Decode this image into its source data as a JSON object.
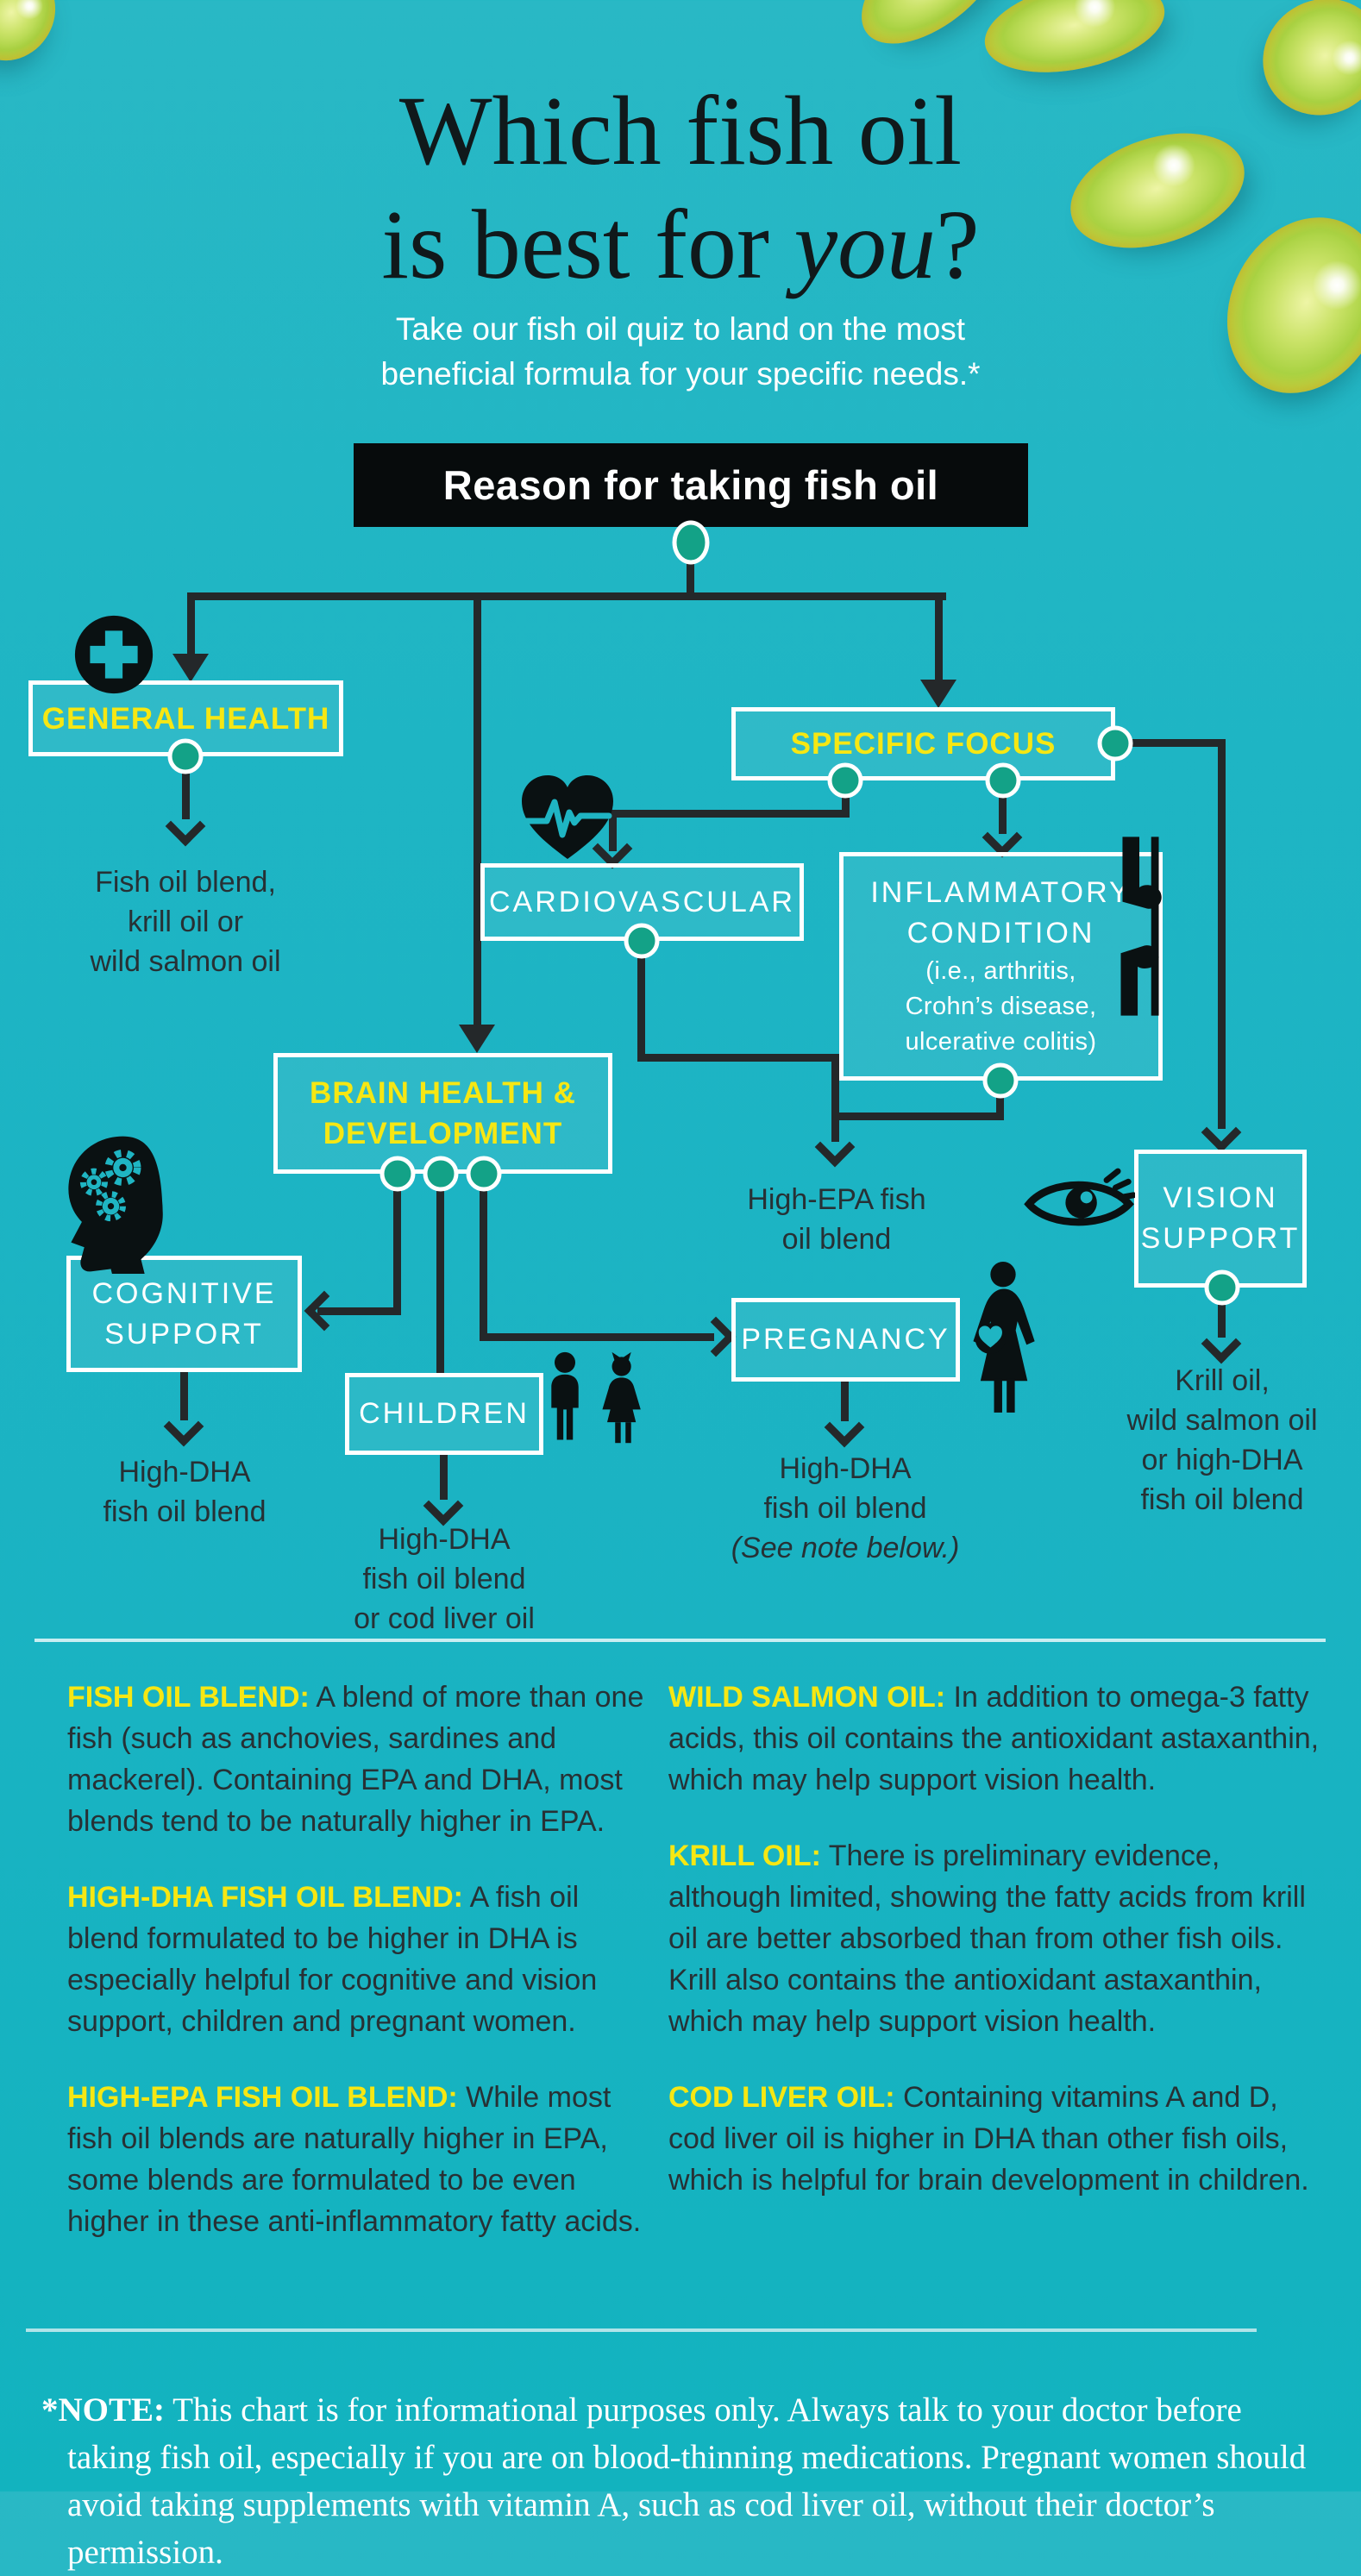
{
  "header": {
    "title_line1": "Which fish oil",
    "title_line2_pre": "is best for ",
    "title_line2_em": "you",
    "title_line2_post": "?",
    "subtitle_line1": "Take our fish oil quiz to land on the most",
    "subtitle_line2": "beneficial formula for your specific needs.*"
  },
  "flowchart": {
    "root_label": "Reason for taking fish oil",
    "general_health": {
      "label": "GENERAL HEALTH",
      "result": [
        "Fish oil blend,",
        "krill oil or",
        "wild salmon oil"
      ]
    },
    "specific_focus": {
      "label": "SPECIFIC FOCUS"
    },
    "cardiovascular": {
      "label": "CARDIOVASCULAR"
    },
    "inflammatory_condition": {
      "label_line1": "INFLAMMATORY",
      "label_line2": "CONDITION",
      "sublabel": [
        "(i.e., arthritis,",
        "Crohn’s disease,",
        "ulcerative colitis)"
      ],
      "result": [
        "High-EPA fish",
        "oil blend"
      ]
    },
    "brain_health": {
      "label_line1": "BRAIN HEALTH &",
      "label_line2": "DEVELOPMENT"
    },
    "cognitive_support": {
      "label_line1": "COGNITIVE",
      "label_line2": "SUPPORT",
      "result": [
        "High-DHA",
        "fish oil blend"
      ]
    },
    "children": {
      "label": "CHILDREN",
      "result": [
        "High-DHA",
        "fish oil blend",
        "or cod liver oil"
      ]
    },
    "pregnancy": {
      "label": "PREGNANCY",
      "result": [
        "High-DHA",
        "fish oil blend"
      ],
      "result_note": "(See note below.)"
    },
    "vision_support": {
      "label_line1": "VISION",
      "label_line2": "SUPPORT",
      "result": [
        "Krill oil,",
        "wild salmon oil",
        "or high-DHA",
        "fish oil blend"
      ]
    }
  },
  "definitions": {
    "left_column": [
      {
        "term": "FISH OIL BLEND:",
        "text": "A blend of more than one fish (such as anchovies, sardines and mackerel). Containing EPA and DHA, most blends tend to be naturally higher in EPA."
      },
      {
        "term": "HIGH-DHA FISH OIL BLEND:",
        "text": "A fish oil blend formulated to be higher in DHA is especially helpful for cognitive and vision support, children and pregnant women."
      },
      {
        "term": "HIGH-EPA FISH OIL BLEND:",
        "text": "While most fish oil blends are naturally higher in EPA, some blends are formulated to be even higher in these anti-inflammatory fatty acids."
      }
    ],
    "right_column": [
      {
        "term": "WILD SALMON OIL:",
        "text": "In addition to omega-3 fatty acids, this oil contains the antioxidant astaxanthin, which may help support vision health."
      },
      {
        "term": "KRILL OIL:",
        "text": "There is preliminary evidence, although limited, showing the fatty acids from krill oil are better absorbed than from other fish oils. Krill also contains the antioxidant astaxanthin, which may help support vision health."
      },
      {
        "term": "COD LIVER OIL:",
        "text": "Containing vitamins A and D, cod liver oil is higher in DHA than other fish oils, which is helpful for brain development in children."
      }
    ]
  },
  "footnote": {
    "label": "*NOTE:",
    "text": "This chart is for informational purposes only. Always talk to your doctor before taking fish oil, especially if you are on blood-thinning medications. Pregnant women should avoid taking supplements with vitamin A, such as cod liver oil, without their doctor’s permission."
  },
  "colors": {
    "background_teal": "#1db4c3",
    "accent_yellow": "#f6e713",
    "line_black": "#24282a",
    "dot_green": "#13a287",
    "box_border_white": "#ffffff",
    "body_text_dark": "#273135",
    "root_box_black": "#070b0c"
  }
}
